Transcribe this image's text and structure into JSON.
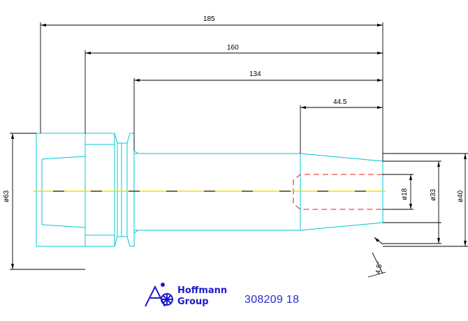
{
  "dimensions": {
    "len_185": "185",
    "len_160": "160",
    "len_134": "134",
    "len_44_5": "44.5",
    "dia_63": "ø63",
    "dia_18": "ø18",
    "dia_33": "ø33",
    "dia_40": "ø40",
    "angle": "4.5°"
  },
  "logo": {
    "line1": "Hoffmann",
    "line2": "Group"
  },
  "part_number": "308209 18",
  "colors": {
    "outline": "#00c8d8",
    "centerline": "#f0e000",
    "bore": "#e02020",
    "dimension": "#000000",
    "logo": "#1a1acc"
  }
}
